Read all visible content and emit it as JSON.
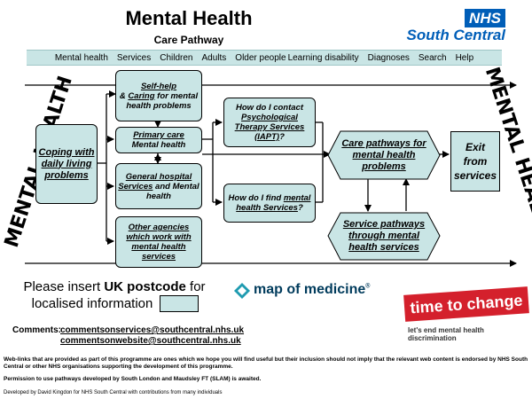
{
  "header": {
    "title": "Mental Health",
    "subtitle": "Care Pathway",
    "logo_text": "NHS",
    "region": "South Central"
  },
  "nav": [
    "Mental health",
    "Services",
    "Children",
    "Adults",
    "Older people",
    "Learning disability",
    "Diagnoses",
    "Search",
    "Help"
  ],
  "side_label": "MENTAL HEALTH",
  "nodes": {
    "coping": "Coping with daily living problems",
    "self_help_1": "Self-help",
    "self_help_2": "& ",
    "self_help_3": "Caring",
    "self_help_4": " for mental health problems",
    "primary_care_1": "Primary care",
    "primary_care_2": "Mental health",
    "general_hospital_1": "General hospital Services",
    "general_hospital_2": " and Mental health",
    "other_agencies": "Other agencies which work with mental health services",
    "iapt_1": "How do I contact ",
    "iapt_2": "Psychological Therapy Services (IAPT)",
    "iapt_3": "?",
    "find_1": "How do I find ",
    "find_2": "mental health Services",
    "find_3": "?",
    "care_pathways": "Care pathways for mental health problems",
    "service_pathways": "Service pathways through mental health services",
    "exit": "Exit from services"
  },
  "postcode": {
    "line1_pre": "Please insert ",
    "line1_bold": "UK postcode",
    "line1_post": " for",
    "line2": "localised information"
  },
  "map_of_medicine": "map of medicine",
  "time_to_change": "time to change",
  "time_to_change_tagline": "let's end mental health discrimination",
  "comments": {
    "label": "Comments:",
    "email1": "commentsonservices@southcentral.nhs.uk",
    "email2": "commentsonwebsite@southcentral.nhs.uk"
  },
  "footer": {
    "disclaimer": "Web-links that are provided as part of this programme are ones which we hope you will find useful but their inclusion should not imply that the relevant web content is endorsed by NHS South Central or other NHS organisations supporting the development of this programme.",
    "permission": "Permission to use pathways developed by South London and Maudsley FT (SLAM) is awaited.",
    "developed": "Developed by David Kingdon for NHS  South Central with contributions from many individuals"
  },
  "colors": {
    "box_fill": "#c9e5e5",
    "nhs_blue": "#005eb8",
    "time_to_change_red": "#d4202c"
  }
}
